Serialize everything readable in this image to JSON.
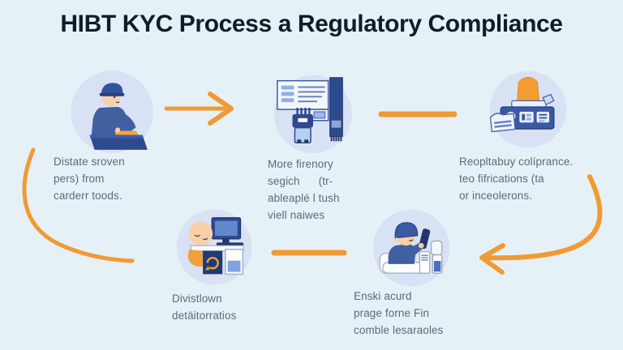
{
  "title": "HIBT KYC Process a Regulatory Compliance",
  "colors": {
    "background": "#e6f1f7",
    "accent_orange": "#f09a33",
    "illustration_blue": "#2e4a8f",
    "circle_background": "#d8e2f4",
    "title_text": "#101c29",
    "label_text": "#5a6a7a"
  },
  "steps": [
    {
      "name": "step-1",
      "illustration": "worker-at-counter",
      "lines": [
        "Distate sroven",
        "pers) from",
        "carderr toods."
      ]
    },
    {
      "name": "step-2",
      "illustration": "document-verification",
      "lines": [
        "More firenory",
        "segich      (tr-",
        "ableaplé l tush",
        "viell naiwes"
      ]
    },
    {
      "name": "step-3",
      "illustration": "compliance-machine",
      "lines": [
        "Reopltabuy colíprance.",
        "teo fifrications (ta",
        "or inceolerons."
      ]
    },
    {
      "name": "step-4",
      "illustration": "analyst-at-computer",
      "lines": [
        "Divistlown",
        "detäitorratios"
      ]
    },
    {
      "name": "step-5",
      "illustration": "user-with-phone",
      "lines": [
        "Enski acurd",
        "prage forne Fin",
        "comble lesaraoles"
      ]
    }
  ],
  "arrows": [
    "arrow-step1-to-step2",
    "connector-step2-to-step3",
    "connector-step1-to-step4",
    "arrow-step3-to-step5",
    "connector-step5-to-step4"
  ]
}
